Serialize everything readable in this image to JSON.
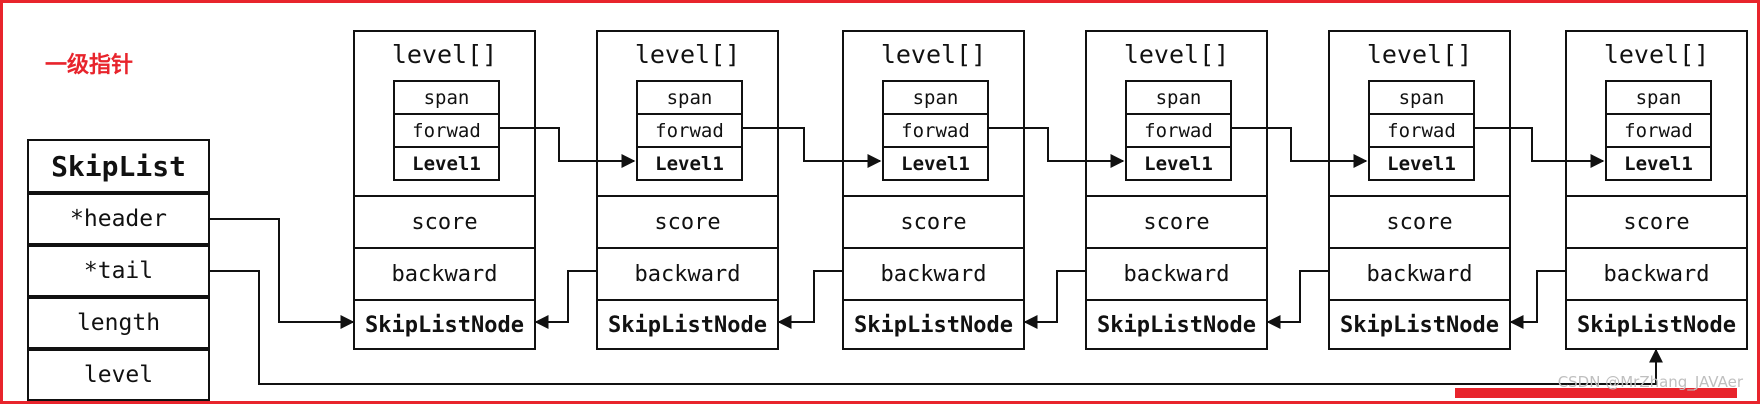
{
  "diagram_title": "一级指针",
  "watermark": "CSDN @MrZhang_JAVAer",
  "colors": {
    "frame": "#e8242c",
    "line": "#111111",
    "label": "#e8242c"
  },
  "skiplist": {
    "title": "SkipList",
    "fields": [
      "*header",
      "*tail",
      "length",
      "level"
    ]
  },
  "node": {
    "level_label": "level[]",
    "span_label": "span",
    "forward_label": "forwad",
    "level1_label": "Level1",
    "score_label": "score",
    "backward_label": "backward",
    "type_label": "SkipListNode"
  },
  "node_count": 6
}
